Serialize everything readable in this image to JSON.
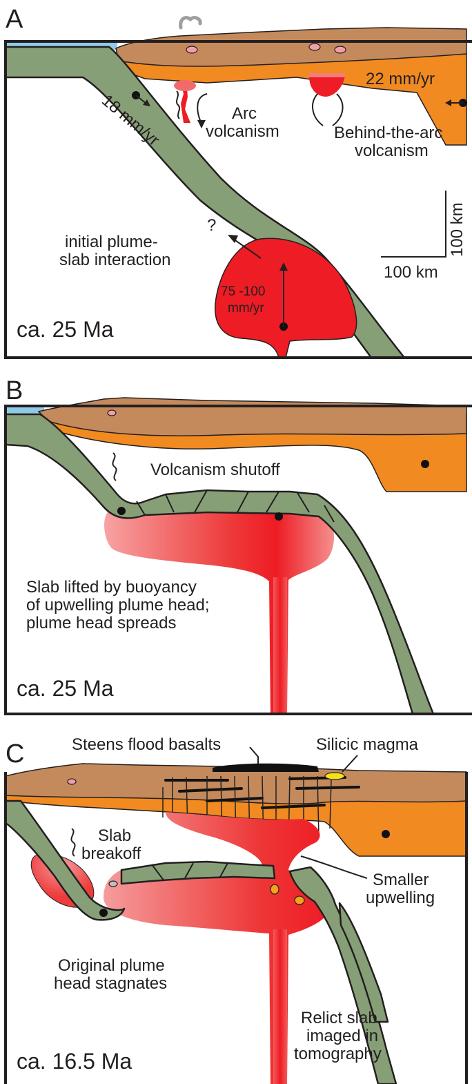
{
  "figure": {
    "panel_a": {
      "letter": "A",
      "age": "ca. 25 Ma",
      "labels": {
        "slab_rate": "18 mm/yr",
        "plate_rate": "22 mm/yr",
        "arc_1": "Arc",
        "arc_2": "volcanism",
        "behind_1": "Behind-the-arc",
        "behind_2": "volcanism",
        "interaction_1": "initial plume-",
        "interaction_2": "slab interaction",
        "question": "?",
        "plume_rate_1": "75 -100",
        "plume_rate_2": "mm/yr",
        "scale_vertical": "100 km",
        "scale_horizontal": "100 km"
      }
    },
    "panel_b": {
      "letter": "B",
      "age": "ca. 25 Ma",
      "labels": {
        "shutoff": "Volcanism shutoff",
        "lifted_1": "Slab lifted by buoyancy",
        "lifted_2": "of upwelling plume head;",
        "lifted_3": "plume head spreads"
      }
    },
    "panel_c": {
      "letter": "C",
      "age": "ca. 16.5 Ma",
      "labels": {
        "steens": "Steens flood basalts",
        "silicic": "Silicic magma",
        "breakoff_1": "Slab",
        "breakoff_2": "breakoff",
        "smaller_1": "Smaller",
        "smaller_2": "upwelling",
        "stagnates_1": "Original plume",
        "stagnates_2": "head stagnates",
        "relict_1": "Relict slab",
        "relict_2": "imaged in",
        "relict_3": "tomography"
      }
    },
    "colors": {
      "crust": "#c48a5c",
      "lithosphere": "#f08a21",
      "slab": "#879f77",
      "plume": "#ee1c24",
      "ocean": "#8fcbe6",
      "silicic_magma": "#f2e21a"
    }
  }
}
